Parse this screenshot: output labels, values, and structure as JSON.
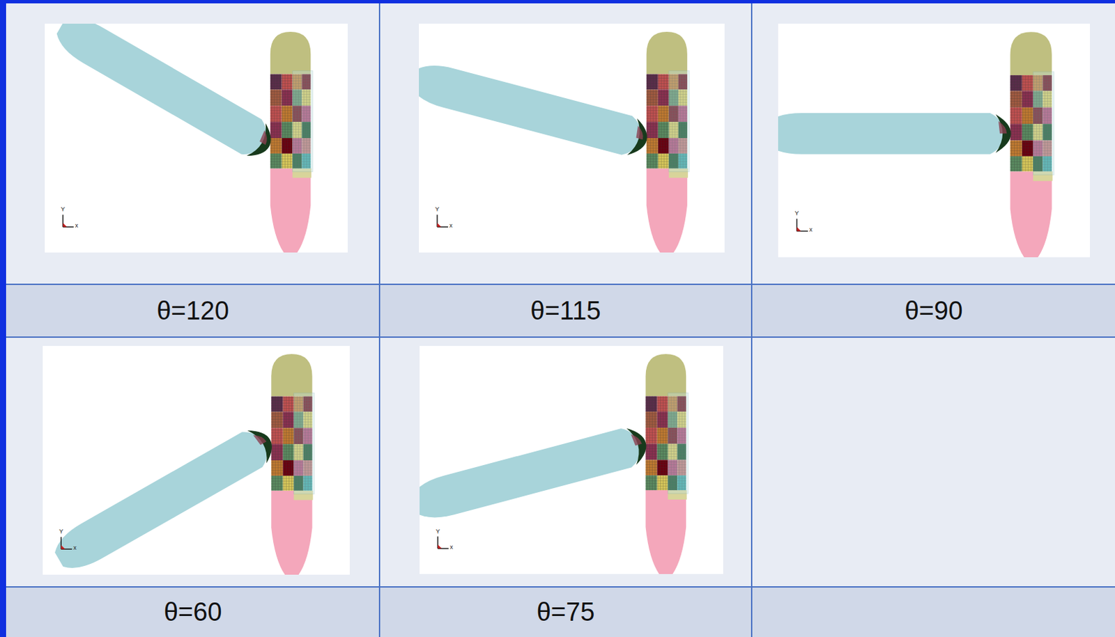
{
  "diagram": {
    "labels": [
      "Y",
      "x",
      "Y",
      "x",
      "Y",
      "x",
      "θ=120",
      "θ=115",
      "θ=90",
      "Y",
      "x",
      "Y",
      "x",
      "θ=60",
      "θ=75"
    ]
  }
}
